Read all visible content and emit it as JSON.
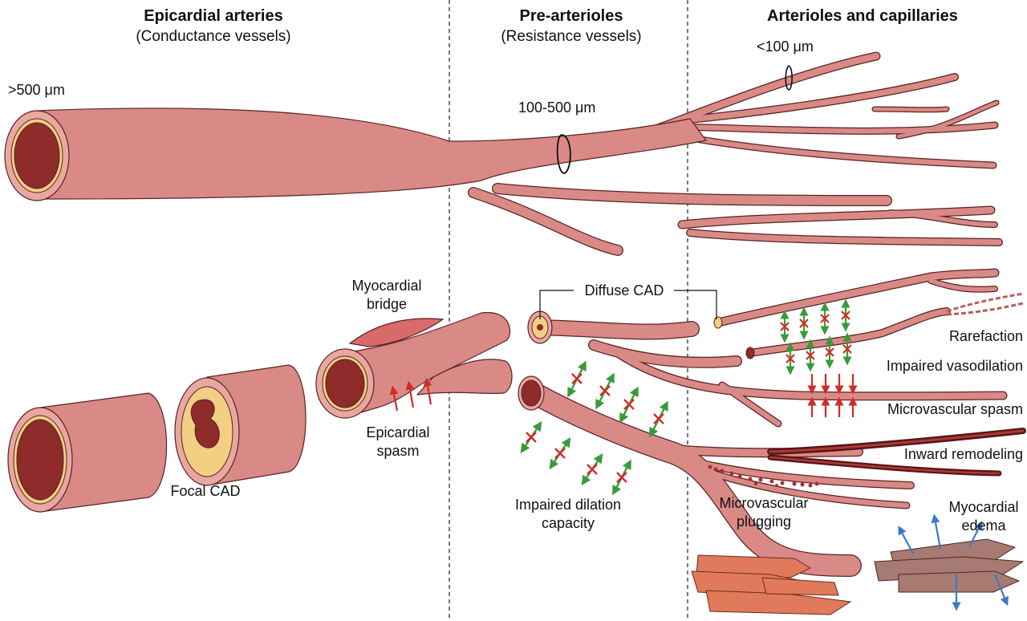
{
  "sections": [
    {
      "title": "Epicardial arteries",
      "subtitle": "(Conductance vessels)"
    },
    {
      "title": "Pre-arterioles",
      "subtitle": "(Resistance vessels)"
    },
    {
      "title": "Arterioles and capillaries",
      "subtitle": ""
    }
  ],
  "sizes": {
    "large": ">500 μm",
    "medium": "100-500 μm",
    "small": "<100 μm"
  },
  "labels": {
    "myocardial_bridge_1": "Myocardial",
    "myocardial_bridge_2": "bridge",
    "epicardial_spasm_1": "Epicardial",
    "epicardial_spasm_2": "spasm",
    "focal_cad": "Focal CAD",
    "diffuse_cad": "Diffuse CAD",
    "impaired_dilation_1": "Impaired dilation",
    "impaired_dilation_2": "capacity",
    "rarefaction": "Rarefaction",
    "impaired_vasodilation": "Impaired vasodilation",
    "microvascular_spasm": "Microvascular spasm",
    "inward_remodeling": "Inward remodeling",
    "microvascular_plugging_1": "Microvascular",
    "microvascular_plugging_2": "plugging",
    "myocardial_edema_1": "Myocardial",
    "myocardial_edema_2": "edema"
  },
  "colors": {
    "vessel": "#d98a86",
    "lumen": "#8e2b2b",
    "plaque": "#f0c870",
    "arrow_red": "#d42a2a",
    "arrow_green": "#3a9a3a",
    "arrow_blue": "#3a7cc4",
    "muscle": "#e07a5a"
  }
}
